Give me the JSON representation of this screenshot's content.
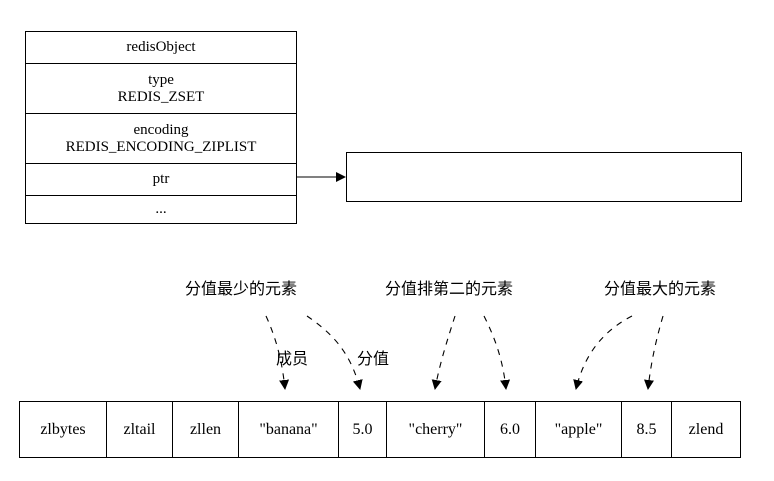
{
  "redis_object": {
    "fields": [
      {
        "lines": [
          "redisObject"
        ]
      },
      {
        "lines": [
          "type",
          "REDIS_ZSET"
        ]
      },
      {
        "lines": [
          "encoding",
          "REDIS_ENCODING_ZIPLIST"
        ]
      },
      {
        "lines": [
          "ptr"
        ]
      },
      {
        "lines": [
          "..."
        ]
      }
    ]
  },
  "ziplist": {
    "cells": [
      "zlbytes",
      "zltail",
      "zllen",
      "\"banana\"",
      "5.0",
      "\"cherry\"",
      "6.0",
      "\"apple\"",
      "8.5",
      "zlend"
    ]
  },
  "annotations": {
    "min_element": "分值最少的元素",
    "second_element": "分值排第二的元素",
    "max_element": "分值最大的元素",
    "member": "成员",
    "score": "分值"
  }
}
